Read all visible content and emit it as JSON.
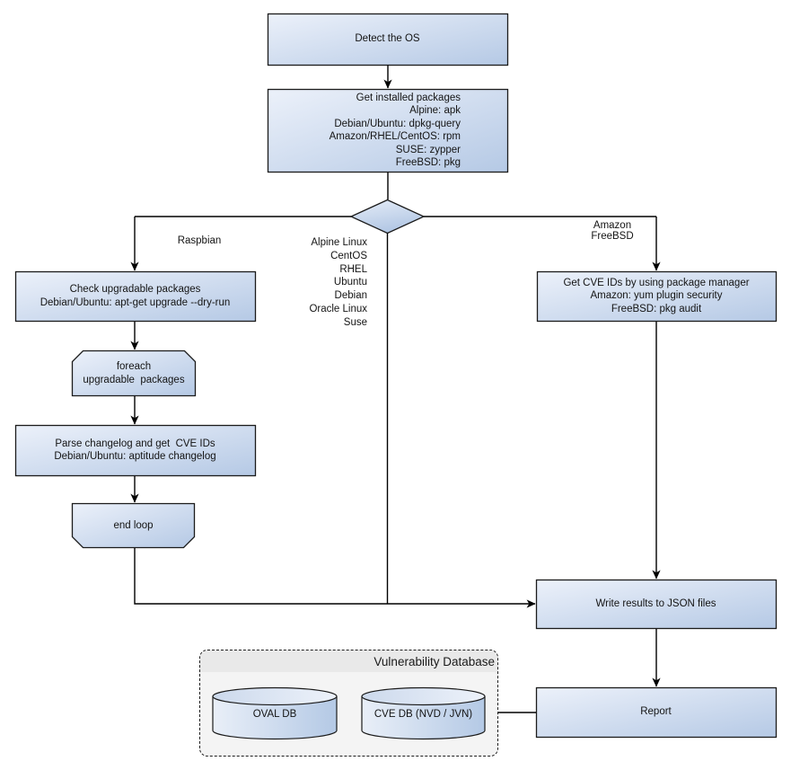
{
  "nodes": {
    "detect_os": {
      "label": "Detect the OS"
    },
    "get_installed_packages": {
      "lines": [
        "Get installed packages",
        "Alpine: apk",
        "Debian/Ubuntu: dpkg-query",
        "Amazon/RHEL/CentOS: rpm",
        "SUSE: zypper",
        "FreeBSD: pkg"
      ]
    },
    "check_upgradable": {
      "lines": [
        "Check upgradable packages",
        "Debian/Ubuntu: apt-get upgrade --dry-run"
      ]
    },
    "foreach_loop": {
      "lines": [
        "foreach",
        "upgradable  packages"
      ]
    },
    "parse_changelog": {
      "lines": [
        "Parse changelog and get  CVE IDs",
        "Debian/Ubuntu: aptitude changelog"
      ]
    },
    "end_loop": {
      "label": "end loop"
    },
    "get_cve_ids_pkg_mgr": {
      "lines": [
        "Get CVE IDs by using package manager",
        "Amazon: yum plugin security",
        "FreeBSD: pkg audit"
      ]
    },
    "write_results": {
      "label": "Write results to JSON files"
    },
    "report": {
      "label": "Report"
    }
  },
  "edge_labels": {
    "left_branch": "Raspbian",
    "middle_branch": [
      "Alpine Linux",
      "CentOS",
      "RHEL",
      "Ubuntu",
      "Debian",
      "Oracle Linux",
      "Suse"
    ],
    "right_branch": [
      "Amazon",
      "FreeBSD"
    ]
  },
  "database_group": {
    "title": "Vulnerability Database",
    "cylinders": [
      {
        "label": "OVAL DB"
      },
      {
        "label": "CVE DB (NVD / JVN)"
      }
    ]
  },
  "colors": {
    "node_fill_light": "#ecf1fa",
    "node_fill_dark": "#b5c9e5",
    "node_border": "#1b1b1b",
    "connector": "#000000",
    "group_fill": "#f4f4f4",
    "group_header_fill": "#e9e9e9",
    "text": "#141414",
    "background": "#ffffff"
  }
}
